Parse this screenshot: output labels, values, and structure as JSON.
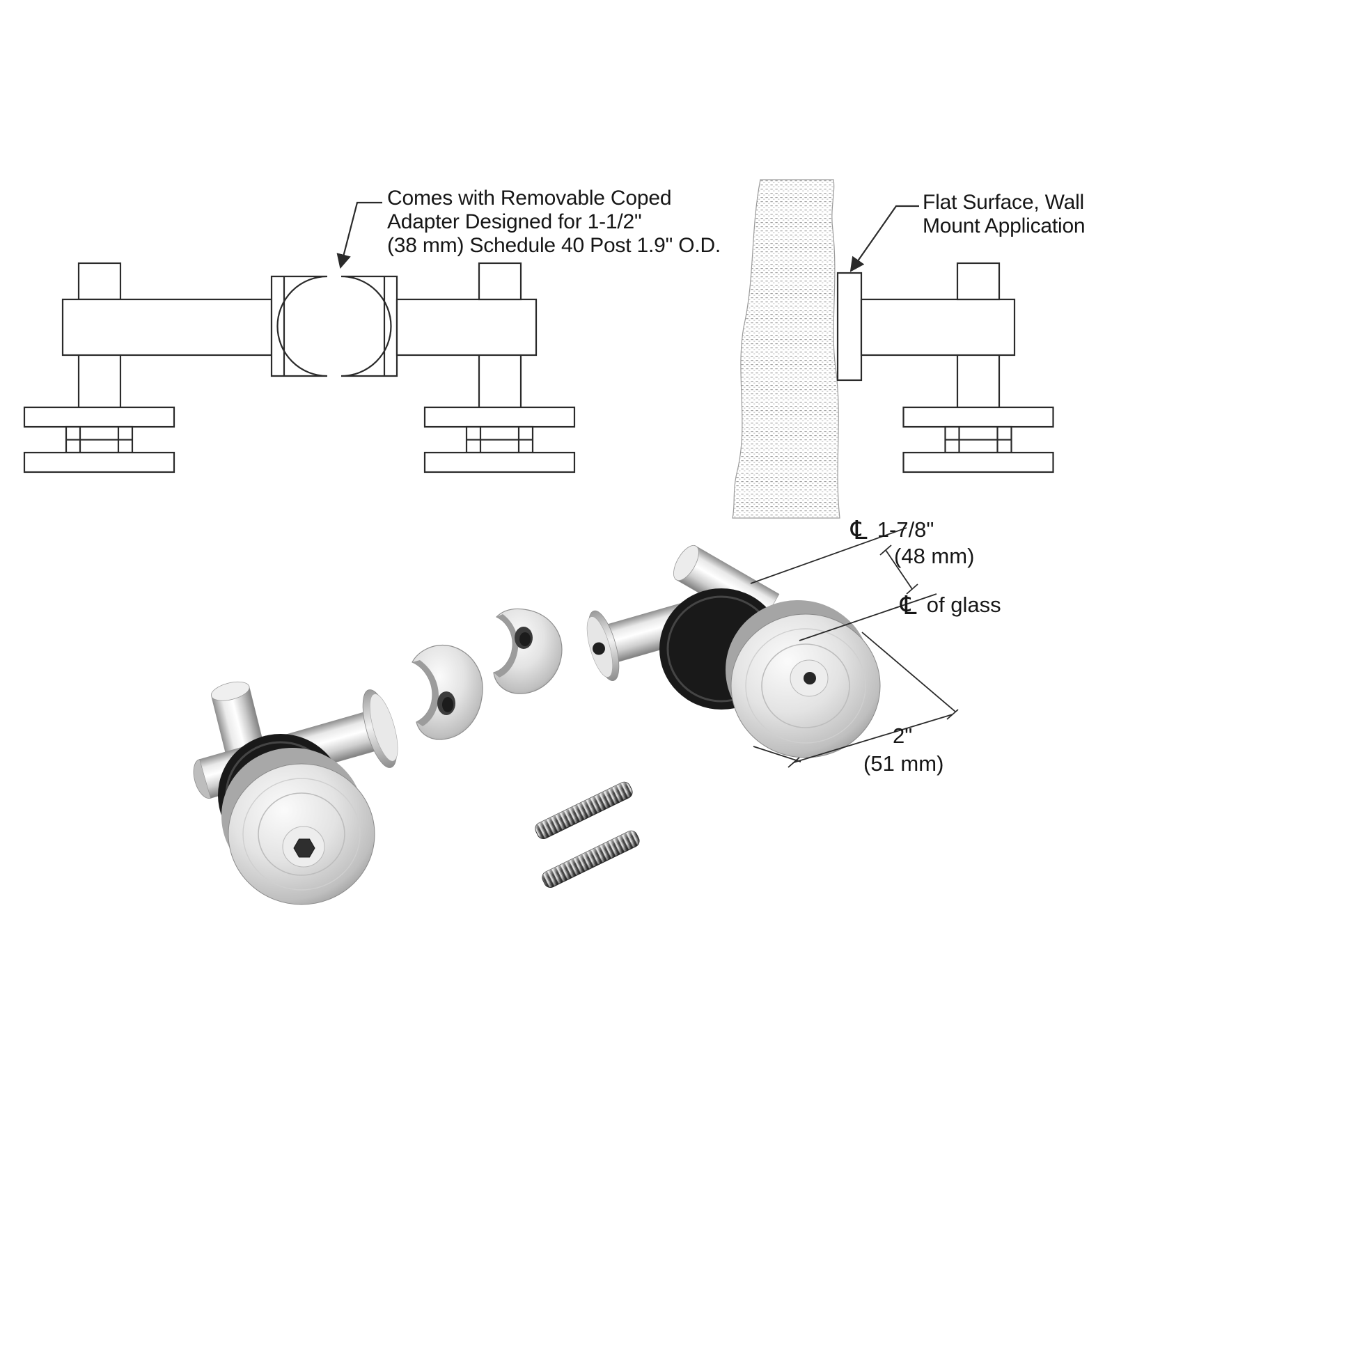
{
  "page": {
    "background": "#ffffff",
    "description": "Technical illustration of glass-mounted standoff fitting with removable coped post adapter and wall mount option"
  },
  "callouts": {
    "coped_adapter": {
      "line1": "Comes with Removable Coped",
      "line2": "Adapter Designed for 1-1/2\"",
      "line3": "(38 mm) Schedule 40 Post 1.9\" O.D."
    },
    "wall_mount": {
      "line1": "Flat Surface, Wall",
      "line2": "Mount Application"
    }
  },
  "dimensions": {
    "offset": {
      "symbol": "℄",
      "value": "1-7/8\"",
      "metric": "(48 mm)"
    },
    "glass": {
      "symbol": "℄",
      "label": "of glass"
    },
    "diameter": {
      "value": "2\"",
      "metric": "(51 mm)"
    }
  },
  "colors": {
    "line_art": "#2a2a2a",
    "metal_light": "#f4f4f4",
    "metal_dark": "#8e8e8e",
    "gasket": "#191919"
  }
}
